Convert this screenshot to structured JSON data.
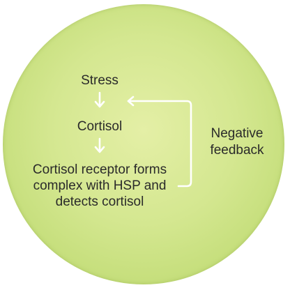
{
  "diagram": {
    "steps": [
      "Stress",
      "Cortisol"
    ],
    "receptor_lines": [
      "Cortisol receptor forms",
      "complex with HSP and",
      "detects cortisol"
    ],
    "feedback_lines": [
      "Negative",
      "feedback"
    ]
  },
  "colors": {
    "disc": "#d4e790",
    "arrow": "#ffffff",
    "text": "#2a2a2a"
  }
}
